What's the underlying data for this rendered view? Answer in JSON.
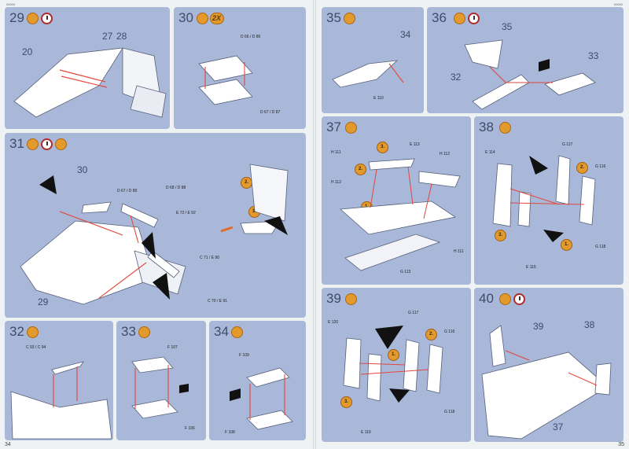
{
  "pages": {
    "left": {
      "header": "00000",
      "page_number": "34"
    },
    "right": {
      "header": "00000",
      "page_number": "35"
    }
  },
  "colors": {
    "panel": "#a9b8d8",
    "glue_badge": "#e39a2c",
    "clock_ring": "#b02a2a",
    "arrow": "#e2463c",
    "step_number": "#3f4b6b"
  },
  "steps": [
    {
      "number": "29",
      "icons": [
        "glue-icon",
        "clock-icon"
      ],
      "labels": [
        "20",
        "27",
        "28"
      ]
    },
    {
      "number": "30",
      "icons": [
        "glue-icon"
      ],
      "multiplier": "2X",
      "labels": [],
      "parts": [
        "D 66 / D 86",
        "D 67 / D 87"
      ]
    },
    {
      "number": "31",
      "icons": [
        "glue-icon",
        "clock-icon",
        "glue-icon"
      ],
      "labels": [
        "30",
        "29"
      ],
      "parts": [
        "D 67 / D 89",
        "D 68 / D 88",
        "E 72 / E 92",
        "C 71 / E 90",
        "C 70 / E 91"
      ],
      "sequence": [
        "2.",
        "1."
      ]
    },
    {
      "number": "32",
      "icons": [
        "glue-icon"
      ],
      "labels": [],
      "parts": [
        "C 93 / C 94"
      ]
    },
    {
      "number": "33",
      "icons": [
        "glue-icon"
      ],
      "labels": [],
      "parts": [
        "F 107",
        "F 106"
      ]
    },
    {
      "number": "34",
      "icons": [
        "glue-icon"
      ],
      "labels": [],
      "parts": [
        "F 109",
        "F 108"
      ]
    },
    {
      "number": "35",
      "icons": [
        "glue-icon"
      ],
      "labels": [
        "34"
      ],
      "parts": [
        "E 110"
      ]
    },
    {
      "number": "36",
      "icons": [
        "glue-icon",
        "clock-icon"
      ],
      "labels": [
        "35",
        "32",
        "33"
      ]
    },
    {
      "number": "37",
      "icons": [
        "glue-icon"
      ],
      "labels": [],
      "parts": [
        "E 113",
        "H 111",
        "H 112",
        "H 112",
        "H 111",
        "G 113"
      ],
      "sequence": [
        "3.",
        "2.",
        "1."
      ]
    },
    {
      "number": "38",
      "icons": [
        "glue-icon"
      ],
      "labels": [],
      "parts": [
        "E 114",
        "G 117",
        "G 116",
        "G 118",
        "E 115"
      ],
      "sequence": [
        "2.",
        "3.",
        "1."
      ]
    },
    {
      "number": "39",
      "icons": [
        "glue-icon"
      ],
      "labels": [],
      "parts": [
        "E 120",
        "G 117",
        "G 116",
        "G 118",
        "E 119"
      ],
      "sequence": [
        "1.",
        "2.",
        "3."
      ]
    },
    {
      "number": "40",
      "icons": [
        "glue-icon",
        "clock-icon"
      ],
      "labels": [
        "39",
        "38",
        "37"
      ]
    }
  ]
}
